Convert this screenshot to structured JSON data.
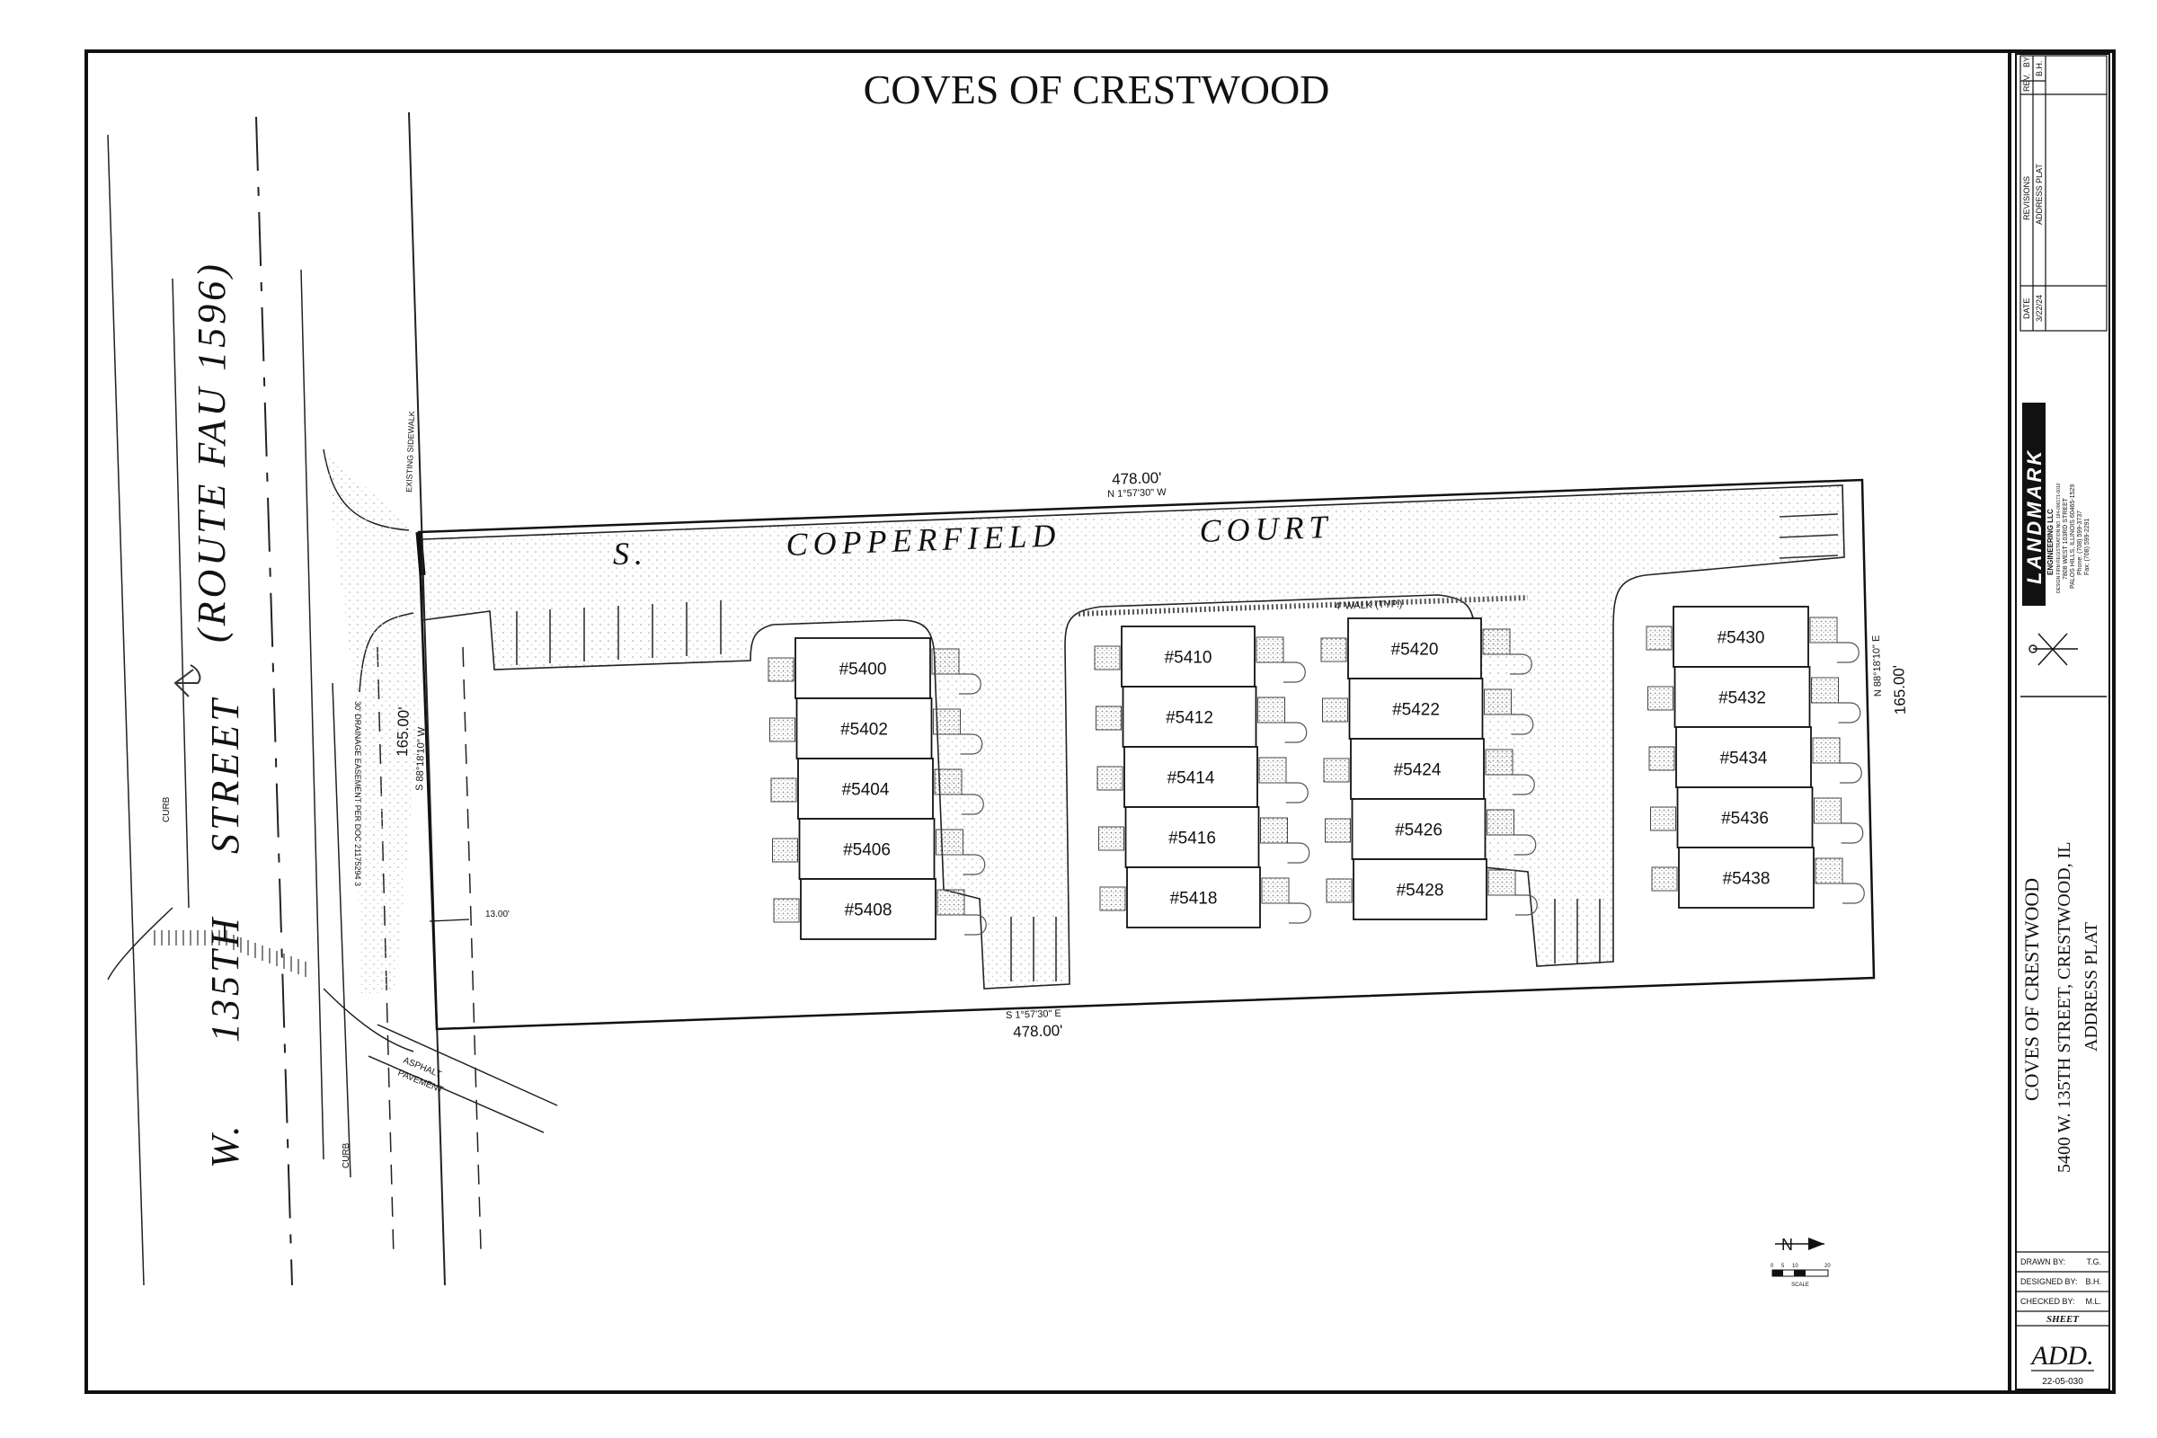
{
  "title": "COVES OF CRESTWOOD",
  "street": {
    "name_word1": "W.",
    "name_word2": "135TH",
    "name_word3": "STREET",
    "route": "(ROUTE FAU 1596)",
    "curb_label_1": "CURB",
    "curb_label_2": "CURB",
    "sidewalk_label": "EXISTING SIDEWALK",
    "easement_label": "30' DRAINAGE EASEMENT PER DOC 21175294 3",
    "asphalt_label_1": "ASPHALT",
    "asphalt_label_2": "PAVEMENT"
  },
  "court": {
    "word1": "S.",
    "word2": "COPPERFIELD",
    "word3": "COURT",
    "walk_label": "4' WALK (TYP.)"
  },
  "dimensions": {
    "north_distance": "478.00'",
    "north_bearing": "N 1°57'30\" W",
    "south_distance": "478.00'",
    "south_bearing": "S 1°57'30\" E",
    "west_distance": "165.00'",
    "west_bearing": "S 88°18'10\" W",
    "east_distance": "165.00'",
    "east_bearing": "N 88°18'10\" E",
    "setback": "13.00'"
  },
  "units": [
    [
      "#5400",
      "#5402",
      "#5404",
      "#5406",
      "#5408"
    ],
    [
      "#5410",
      "#5412",
      "#5414",
      "#5416",
      "#5418"
    ],
    [
      "#5420",
      "#5422",
      "#5424",
      "#5426",
      "#5428"
    ],
    [
      "#5430",
      "#5432",
      "#5434",
      "#5436",
      "#5438"
    ]
  ],
  "north_arrow": {
    "letter": "N",
    "scale_label": "SCALE",
    "scale_ticks": [
      "0",
      "5",
      "10",
      "20"
    ]
  },
  "title_block": {
    "rev_header": "REV.",
    "by_header": "BY",
    "revisions_header": "REVISIONS",
    "date_header": "DATE",
    "rev_by": "B.H.",
    "rev_desc": "ADDRESS PLAT",
    "rev_date": "3/22/24",
    "firm_name": "LANDMARK",
    "firm_lines": [
      "ENGINEERING LLC",
      "DESIGN FIRM REGISTRATION NO. 184-006171-0010",
      "7808 WEST 103RD STREET",
      "PALOS HILLS, ILLINOIS 60465-1529",
      "Phone: (708) 599-3737",
      "Fax: (708) 599-2291"
    ],
    "project_line1": "COVES OF CRESTWOOD",
    "project_line2": "5400 W. 135TH STREET, CRESTWOOD, IL",
    "project_line3": "ADDRESS PLAT",
    "drawn_by_label": "DRAWN BY:",
    "drawn_by": "T.G.",
    "designed_by_label": "DESIGNED BY:",
    "designed_by": "B.H.",
    "checked_by_label": "CHECKED BY:",
    "checked_by": "M.L.",
    "sheet_label": "SHEET",
    "sheet_id": "ADD.",
    "job_number": "22-05-030"
  },
  "colors": {
    "ink": "#111111",
    "paving_dots": "#bdbdbd",
    "firm_bg": "#111111",
    "firm_text": "#ffffff"
  }
}
